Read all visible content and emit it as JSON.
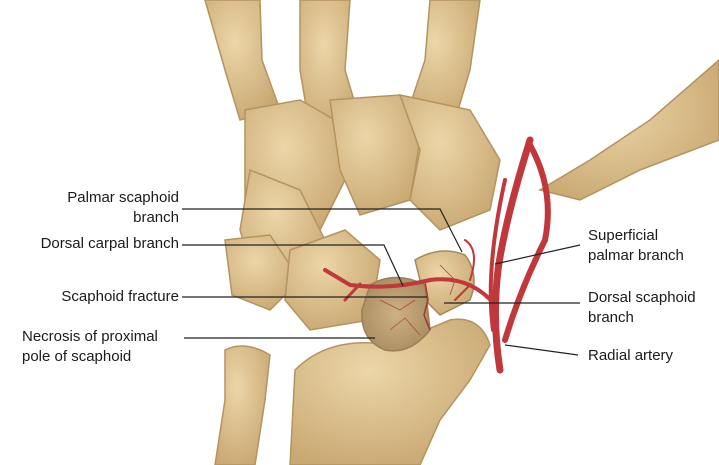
{
  "labels": {
    "palmar_scaphoid_branch": [
      "Palmar scaphoid",
      "branch"
    ],
    "dorsal_carpal_branch": "Dorsal carpal branch",
    "scaphoid_fracture": "Scaphoid fracture",
    "necrosis": [
      "Necrosis of proximal",
      "pole of scaphoid"
    ],
    "superficial_palmar_branch": [
      "Superficial",
      "palmar branch"
    ],
    "dorsal_scaphoid_branch": [
      "Dorsal scaphoid",
      "branch"
    ],
    "radial_artery": "Radial artery"
  },
  "colors": {
    "bone": "#dcc18f",
    "bone_shadow": "#b99a66",
    "artery": "#c0383c",
    "leader": "#222222"
  }
}
